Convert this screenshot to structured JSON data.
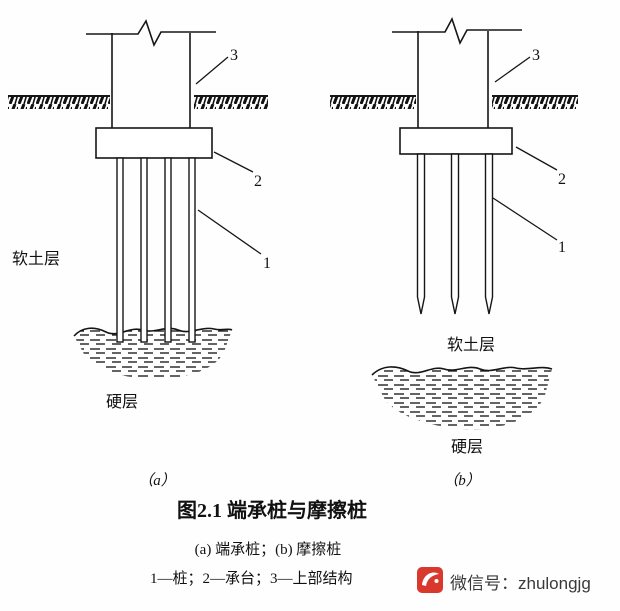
{
  "figure": {
    "caption_title": "图2.1 端承桩与摩擦桩",
    "caption_sub": "(a) 端承桩；(b) 摩擦桩",
    "caption_legend": "1—桩；2—承台；3—上部结构",
    "diagram_a": {
      "label": "（a）",
      "soft_layer_label": "软土层",
      "hard_layer_label": "硬层",
      "callout_pile": "1",
      "callout_cap": "2",
      "callout_superstructure": "3"
    },
    "diagram_b": {
      "label": "（b）",
      "soft_layer_label": "软土层",
      "hard_layer_label": "硬层",
      "callout_pile": "1",
      "callout_cap": "2",
      "callout_superstructure": "3"
    }
  },
  "watermark": {
    "label": "微信号：zhulongjg",
    "icon_color": "#d9392c"
  }
}
